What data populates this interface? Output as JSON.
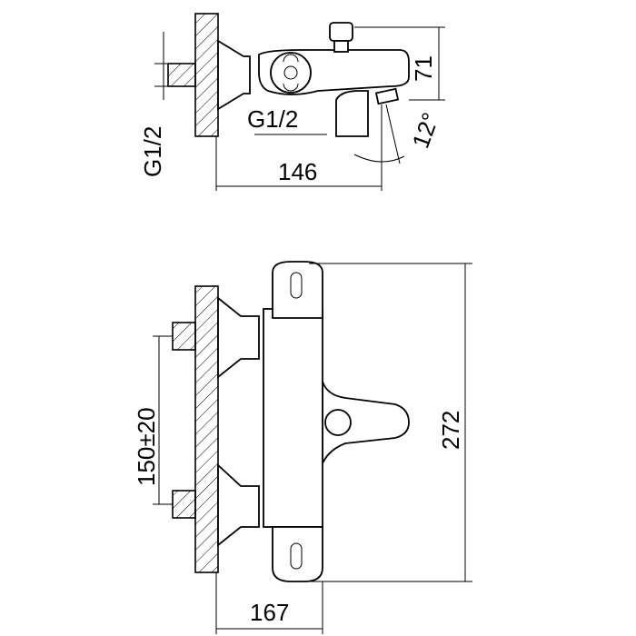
{
  "drawing": {
    "top_view": {
      "inlet_thread_label": "G1/2",
      "outlet_thread_label": "G1/2",
      "depth_dimension": "146",
      "height_dimension": "71",
      "spout_angle": "12°"
    },
    "front_view": {
      "center_distance": "150±20",
      "height_dimension": "272",
      "depth_dimension": "167"
    },
    "colors": {
      "line": "#000000",
      "background": "#ffffff"
    }
  }
}
